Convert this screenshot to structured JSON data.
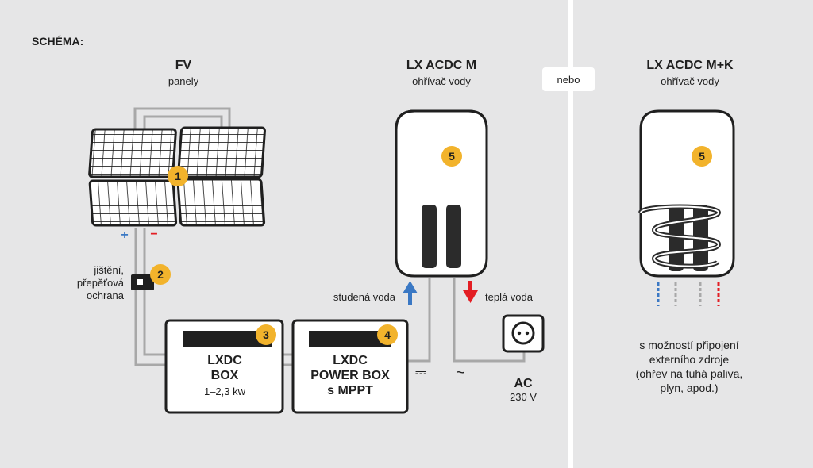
{
  "schema_label": "SCHÉMA:",
  "pv": {
    "title": "FV",
    "subtitle": "panely",
    "plus": "+",
    "minus": "−",
    "badge": "1"
  },
  "fuse": {
    "line1": "jištění,",
    "line2": "přepěťová",
    "line3": "ochrana",
    "badge": "2"
  },
  "lxdc_box": {
    "line1": "LXDC",
    "line2": "BOX",
    "line3": "1–2,3 kw",
    "badge": "3"
  },
  "power_box": {
    "line1": "LXDC",
    "line2": "POWER BOX",
    "line3": "s MPPT",
    "badge": "4"
  },
  "heater_m": {
    "title": "LX ACDC M",
    "subtitle": "ohřívač vody",
    "badge": "5",
    "cold_water": "studená voda",
    "hot_water": "teplá voda"
  },
  "dc_symbol": "⎓",
  "ac_symbol": "~",
  "ac_socket": {
    "title": "AC",
    "voltage": "230 V"
  },
  "or_label": "nebo",
  "heater_mk": {
    "title": "LX ACDC M+K",
    "subtitle": "ohřívač vody",
    "badge": "5",
    "note_lines": [
      "s možností připojení",
      "externího zdroje",
      "(ohřev na tuhá paliva,",
      "plyn, apod.)"
    ]
  },
  "colors": {
    "background": "#e6e6e7",
    "badge": "#f2b32c",
    "dark": "#1f1f1f",
    "wire": "#a8a8a8",
    "cold": "#3a78c4",
    "hot": "#e31e24"
  }
}
